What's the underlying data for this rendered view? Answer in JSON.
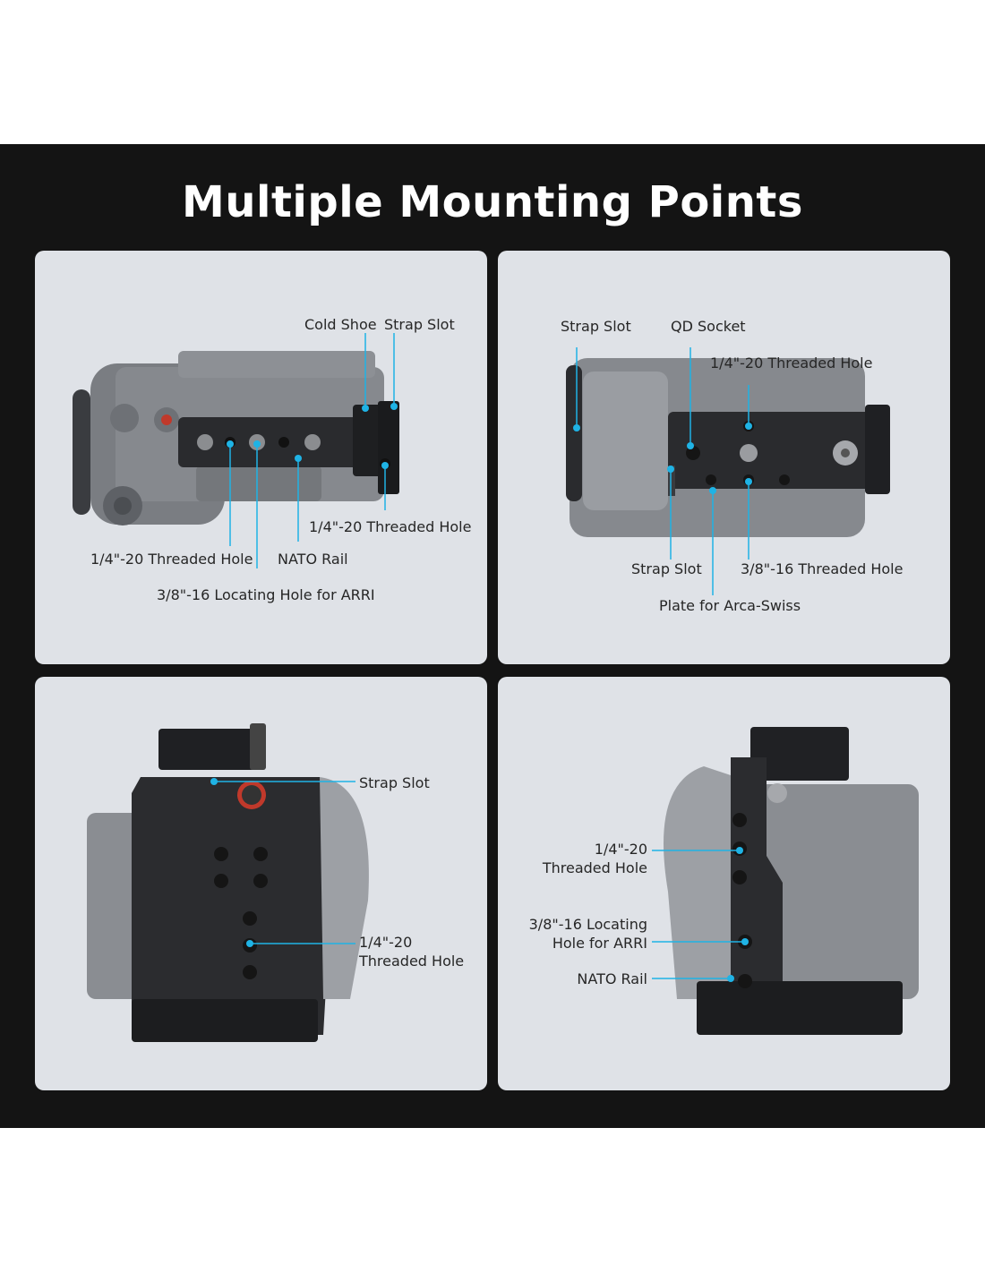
{
  "title": "Multiple Mounting Points",
  "accent_color": "#1fb3e5",
  "panels": [
    {
      "labels": {
        "cold_shoe": "Cold Shoe",
        "strap_slot": "Strap Slot",
        "threaded_hole_right": "1/4\"-20 Threaded Hole",
        "threaded_hole_left": "1/4\"-20 Threaded Hole",
        "nato_rail": "NATO Rail",
        "arri_hole": "3/8\"-16 Locating Hole for ARRI"
      }
    },
    {
      "labels": {
        "strap_slot_top": "Strap Slot",
        "qd_socket": "QD Socket",
        "threaded_hole": "1/4\"-20 Threaded Hole",
        "strap_slot_bottom": "Strap Slot",
        "threaded_hole_38": "3/8\"-16 Threaded Hole",
        "arca_plate": "Plate for Arca-Swiss"
      }
    },
    {
      "labels": {
        "strap_slot": "Strap Slot",
        "threaded_hole_line1": "1/4\"-20",
        "threaded_hole_line2": "Threaded Hole"
      }
    },
    {
      "labels": {
        "threaded_hole_line1": "1/4\"-20",
        "threaded_hole_line2": "Threaded Hole",
        "arri_line1": "3/8\"-16 Locating",
        "arri_line2": "Hole for ARRI",
        "nato_rail": "NATO Rail"
      }
    }
  ]
}
